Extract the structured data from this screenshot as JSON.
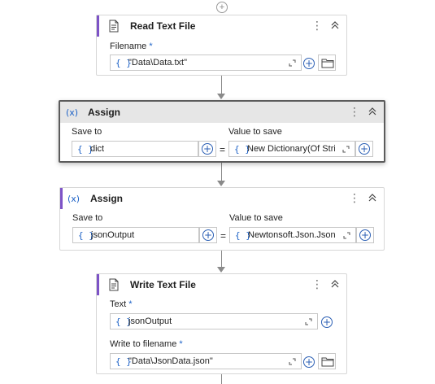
{
  "activities": {
    "read_text_file": {
      "title": "Read Text File",
      "filename_label": "Filename",
      "required_mark": "*",
      "filename_value": "\"Data\\Data.txt\""
    },
    "assign_1": {
      "title": "Assign",
      "save_to_label": "Save to",
      "save_to_value": "dict",
      "value_label": "Value to save",
      "value_value": "New Dictionary(Of Stri",
      "equals": "="
    },
    "assign_2": {
      "title": "Assign",
      "save_to_label": "Save to",
      "save_to_value": "jsonOutput",
      "value_label": "Value to save",
      "value_value": "Newtonsoft.Json.JsonC",
      "equals": "="
    },
    "write_text_file": {
      "title": "Write Text File",
      "text_label": "Text",
      "text_value": "jsonOutput",
      "filename_label": "Write to filename",
      "filename_value": "\"Data\\JsonData.json\"",
      "required_mark": "*"
    }
  },
  "glyphs": {
    "brace": "{ }",
    "dots": "⋮",
    "plus": "+"
  },
  "colors": {
    "accent": "#7d53c7",
    "link": "#1f63c7",
    "selected_border": "#5b5b5b"
  }
}
